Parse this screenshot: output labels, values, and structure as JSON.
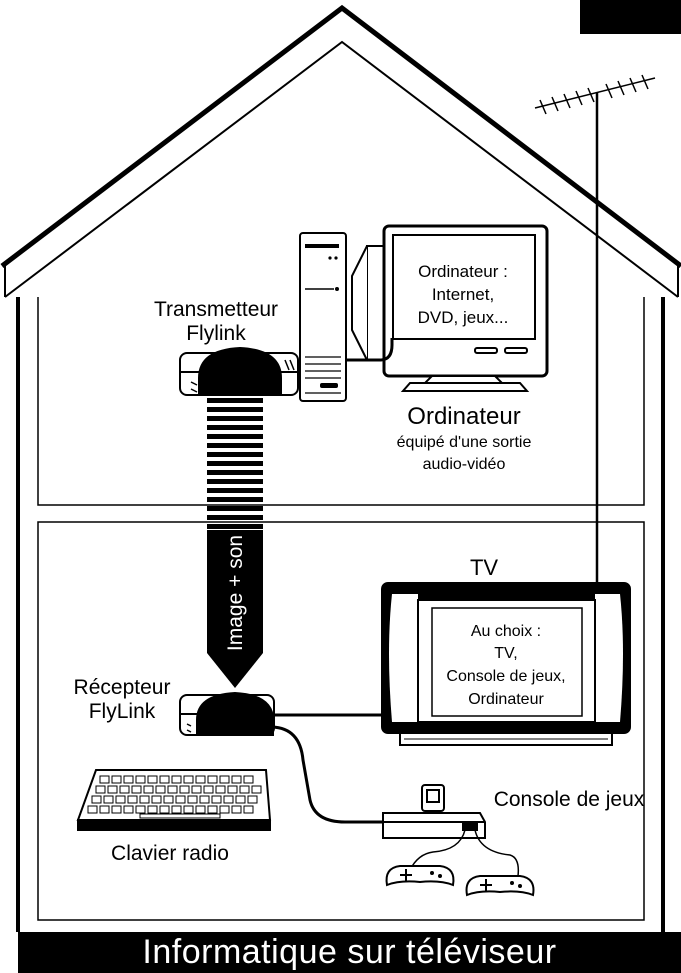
{
  "labels": {
    "transmitter": [
      "Transmetteur",
      "Flylink"
    ],
    "computer_screen": [
      "Ordinateur :",
      "Internet,",
      "DVD, jeux..."
    ],
    "computer_caption_title": "Ordinateur",
    "computer_caption_sub": [
      "équipé d'une sortie",
      "audio-vidéo"
    ],
    "beam": "Image + son",
    "tv_title": "TV",
    "tv_screen": [
      "Au choix :",
      "TV,",
      "Console de jeux,",
      "Ordinateur"
    ],
    "receiver": [
      "Récepteur",
      "FlyLink"
    ],
    "keyboard": "Clavier radio",
    "console": "Console de jeux"
  },
  "banner": "Informatique sur téléviseur",
  "colors": {
    "ink": "#000000",
    "paper": "#ffffff"
  },
  "icons": [
    "house-outline",
    "antenna-icon",
    "tower-pc-icon",
    "monitor-icon",
    "transmitter-icon",
    "receiver-icon",
    "tv-icon",
    "keyboard-icon",
    "game-console-icon",
    "gamepad-icon"
  ]
}
